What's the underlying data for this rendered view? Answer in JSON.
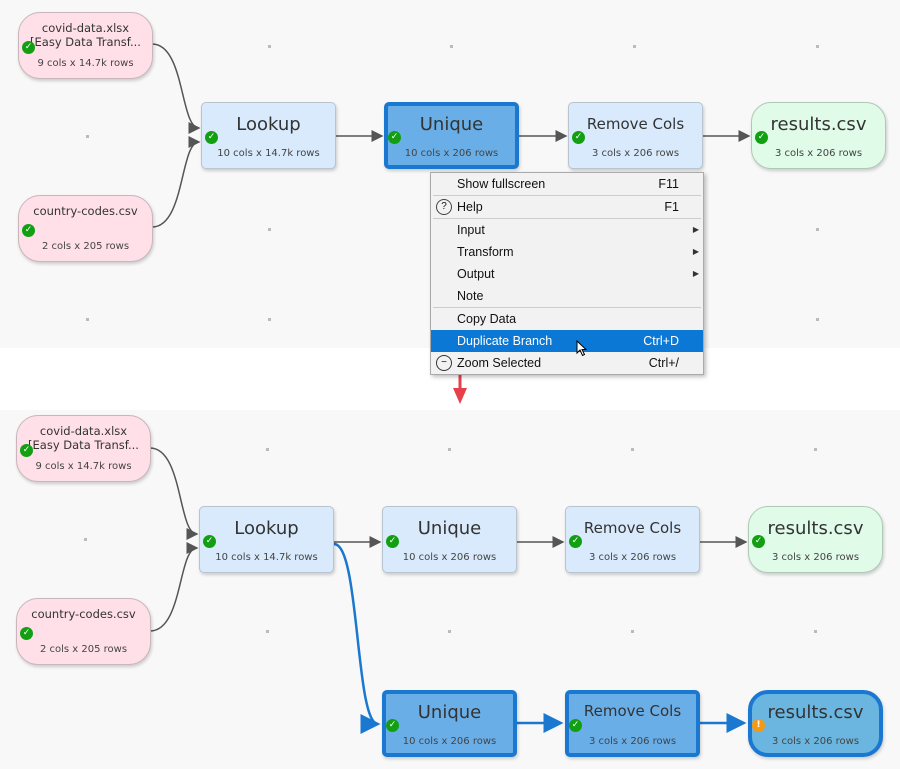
{
  "top": {
    "nodes": {
      "covid": {
        "title": "covid-data.xlsx\n[Easy Data Transf...",
        "line1": "covid-data.xlsx",
        "line2": "[Easy Data Transf...",
        "sub": "9 cols x 14.7k rows",
        "status": "ok"
      },
      "country": {
        "title": "country-codes.csv",
        "sub": "2 cols x 205 rows",
        "status": "ok"
      },
      "lookup": {
        "title": "Lookup",
        "sub": "10 cols x 14.7k rows",
        "status": "ok"
      },
      "unique": {
        "title": "Unique",
        "sub": "10 cols x 206 rows",
        "status": "ok",
        "selected": true
      },
      "remove": {
        "title": "Remove Cols",
        "sub": "3 cols x 206 rows",
        "status": "ok"
      },
      "results": {
        "title": "results.csv",
        "sub": "3 cols x 206 rows",
        "status": "ok"
      }
    },
    "menu": [
      {
        "label": "Show fullscreen",
        "shortcut": "F11"
      },
      {
        "label": "Help",
        "shortcut": "F1",
        "icon": "help-circle-icon"
      },
      {
        "label": "Input",
        "submenu": true
      },
      {
        "label": "Transform",
        "submenu": true
      },
      {
        "label": "Output",
        "submenu": true
      },
      {
        "label": "Note"
      },
      {
        "label": "Copy Data"
      },
      {
        "label": "Duplicate Branch",
        "shortcut": "Ctrl+D",
        "highlighted": true
      },
      {
        "label": "Zoom Selected",
        "shortcut": "Ctrl+/",
        "icon": "zoom-icon"
      }
    ]
  },
  "bottom": {
    "nodes": {
      "covid": {
        "line1": "covid-data.xlsx",
        "line2": "[Easy Data Transf...",
        "sub": "9 cols x 14.7k rows",
        "status": "ok"
      },
      "country": {
        "title": "country-codes.csv",
        "sub": "2 cols x 205 rows",
        "status": "ok"
      },
      "lookup": {
        "title": "Lookup",
        "sub": "10 cols x 14.7k rows",
        "status": "ok"
      },
      "unique": {
        "title": "Unique",
        "sub": "10 cols x 206 rows",
        "status": "ok"
      },
      "remove": {
        "title": "Remove Cols",
        "sub": "3 cols x 206 rows",
        "status": "ok"
      },
      "results": {
        "title": "results.csv",
        "sub": "3 cols x 206 rows",
        "status": "ok"
      },
      "unique2": {
        "title": "Unique",
        "sub": "10 cols x 206 rows",
        "status": "ok",
        "selected": true
      },
      "remove2": {
        "title": "Remove Cols",
        "sub": "3 cols x 206 rows",
        "status": "ok",
        "selected": true
      },
      "results2": {
        "title": "results.csv",
        "sub": "3 cols x 206 rows",
        "status": "warning",
        "selected": true
      }
    }
  },
  "colors": {
    "accent": "#1a78d0",
    "arrow": "#e8404a",
    "source": "#ffe0e8",
    "transform": "#d8eafc",
    "output": "#e0fbe8",
    "ok": "#12a012",
    "warning": "#f59a10",
    "menu_highlight": "#0a78d4"
  }
}
